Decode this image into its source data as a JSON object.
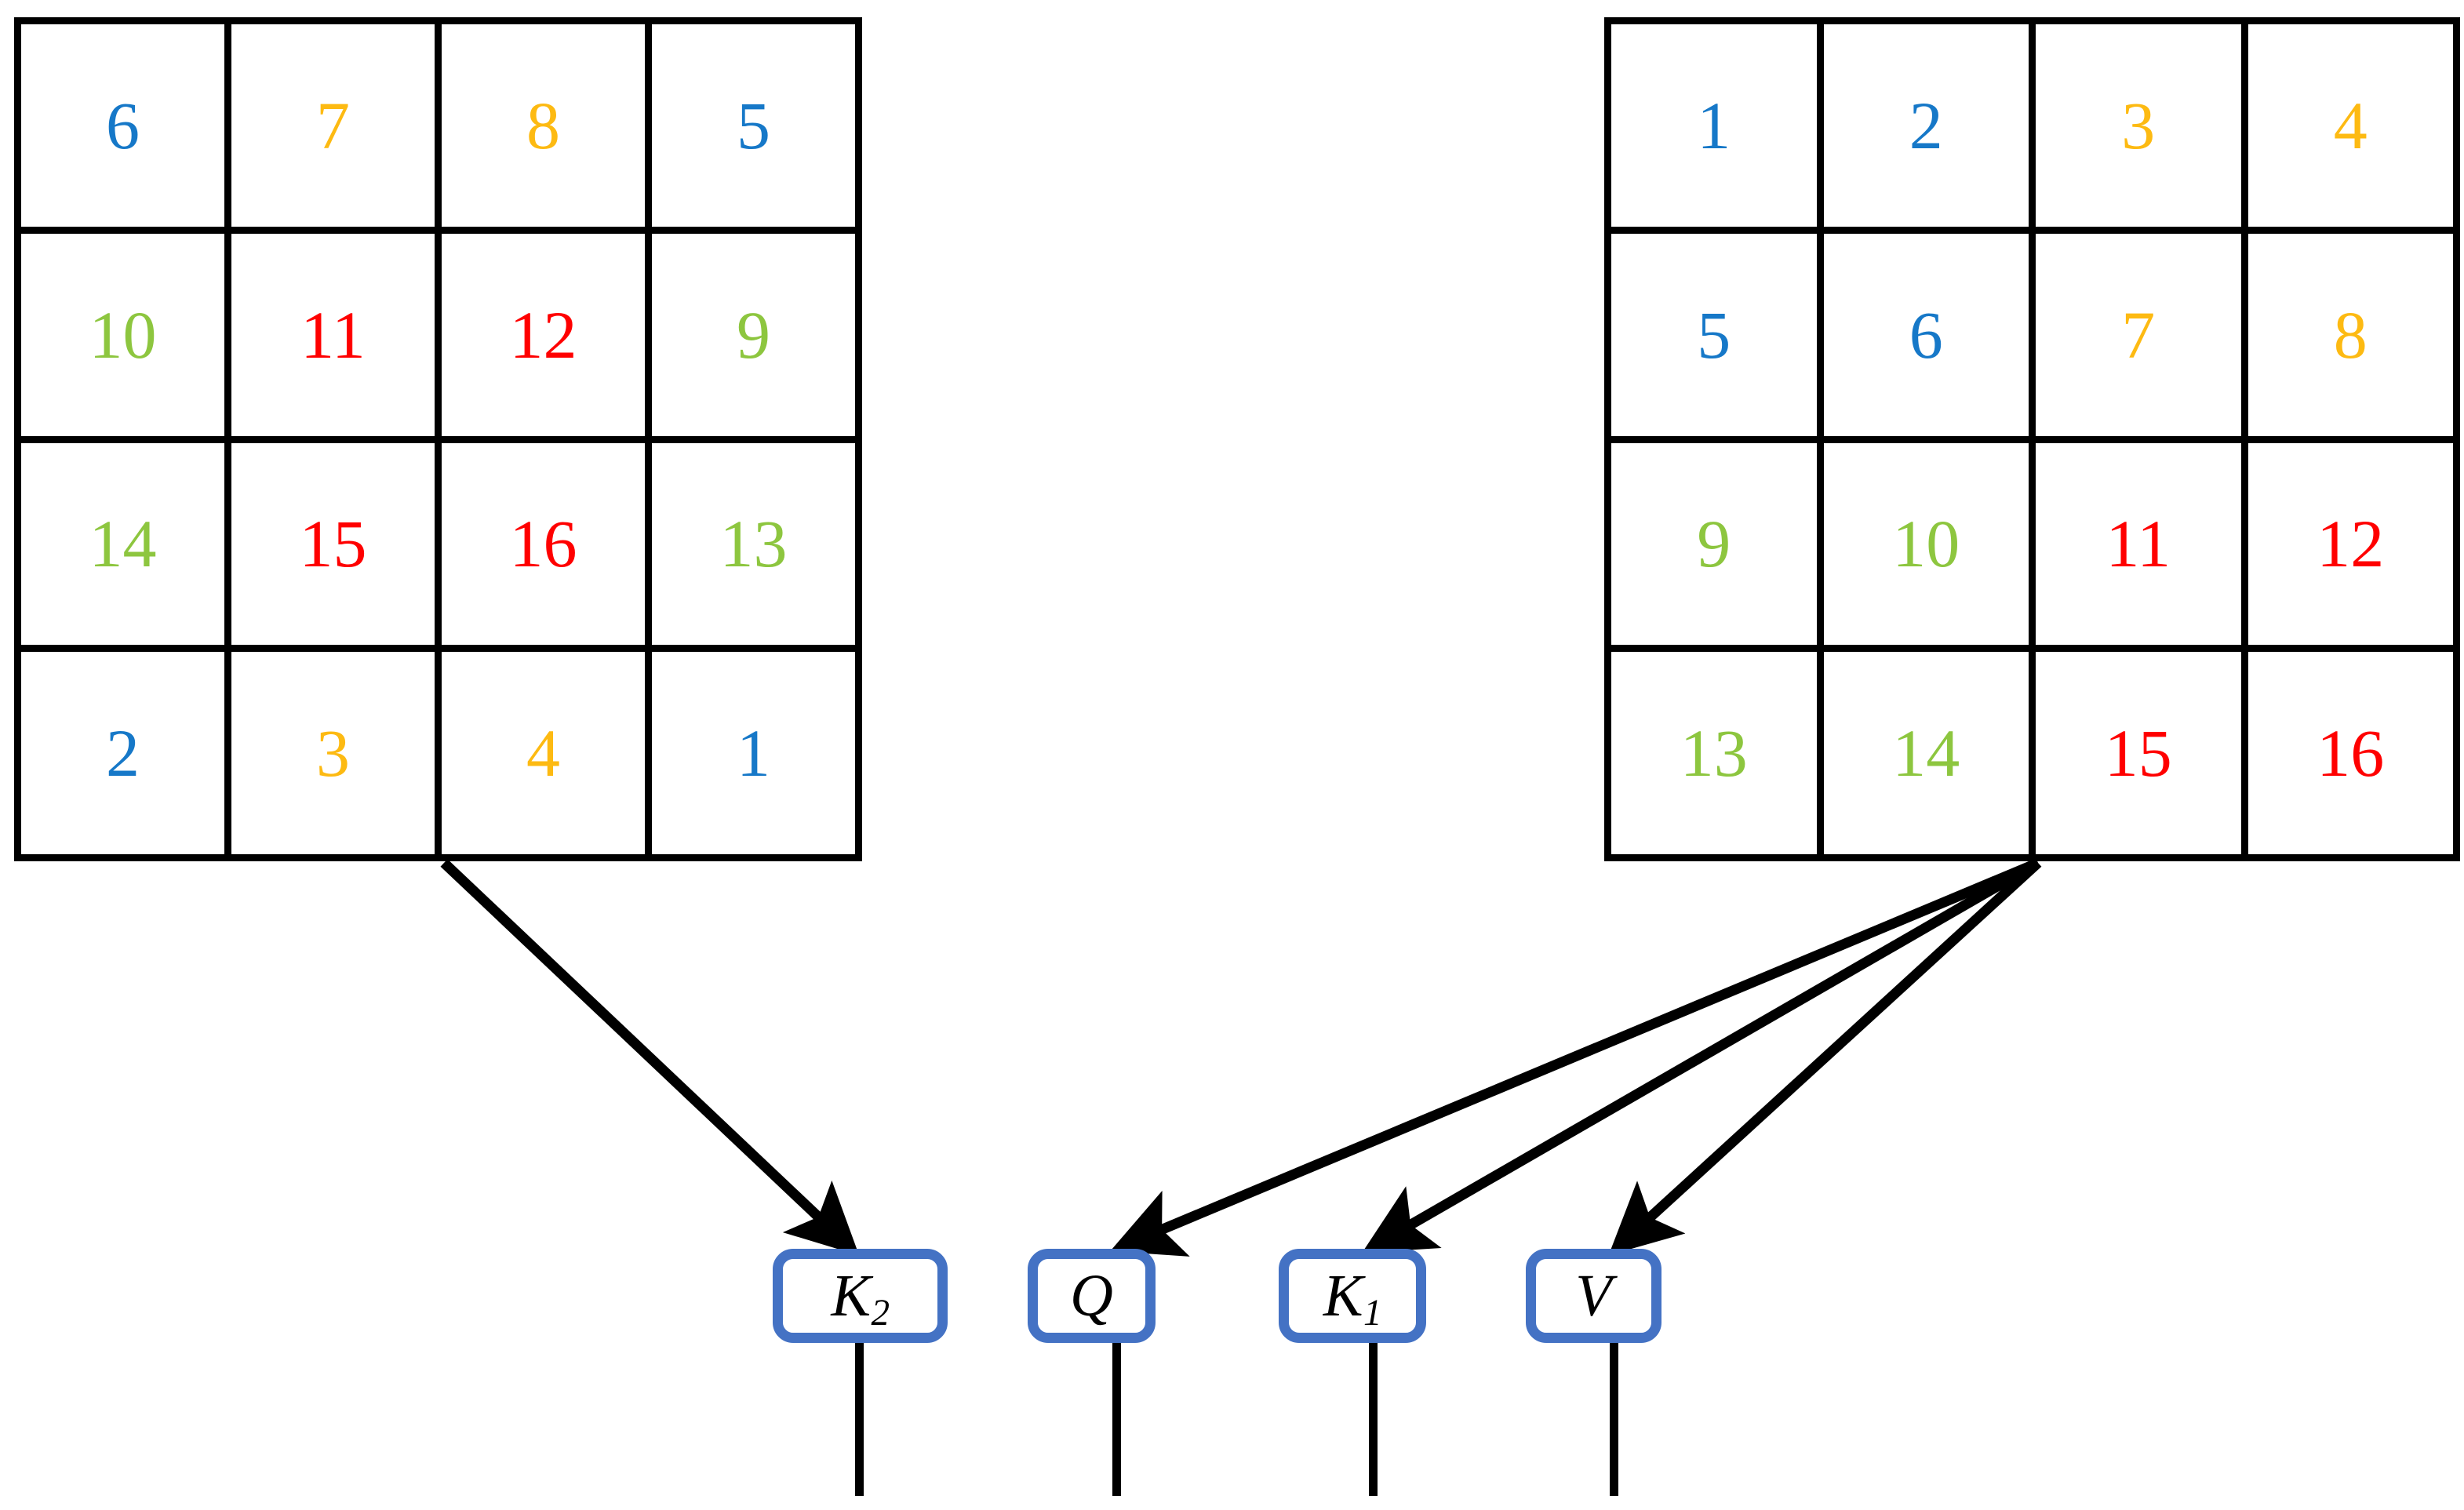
{
  "diagram": {
    "title": "Attention Q/K/V index routing grids",
    "colors": {
      "blue": "#1678C8",
      "yellow": "#FDBA12",
      "green": "#8DC63F",
      "red": "#FF0000",
      "box_border_blue": "#4472C4",
      "line_black": "#000000"
    }
  },
  "grids": [
    {
      "name": "left-grid",
      "rows": [
        [
          {
            "value": "6",
            "color": "blue"
          },
          {
            "value": "7",
            "color": "yellow"
          },
          {
            "value": "8",
            "color": "yellow"
          },
          {
            "value": "5",
            "color": "blue"
          }
        ],
        [
          {
            "value": "10",
            "color": "green"
          },
          {
            "value": "11",
            "color": "red"
          },
          {
            "value": "12",
            "color": "red"
          },
          {
            "value": "9",
            "color": "green"
          }
        ],
        [
          {
            "value": "14",
            "color": "green"
          },
          {
            "value": "15",
            "color": "red"
          },
          {
            "value": "16",
            "color": "red"
          },
          {
            "value": "13",
            "color": "green"
          }
        ],
        [
          {
            "value": "2",
            "color": "blue"
          },
          {
            "value": "3",
            "color": "yellow"
          },
          {
            "value": "4",
            "color": "yellow"
          },
          {
            "value": "1",
            "color": "blue"
          }
        ]
      ]
    },
    {
      "name": "right-grid",
      "rows": [
        [
          {
            "value": "1",
            "color": "blue"
          },
          {
            "value": "2",
            "color": "blue"
          },
          {
            "value": "3",
            "color": "yellow"
          },
          {
            "value": "4",
            "color": "yellow"
          }
        ],
        [
          {
            "value": "5",
            "color": "blue"
          },
          {
            "value": "6",
            "color": "blue"
          },
          {
            "value": "7",
            "color": "yellow"
          },
          {
            "value": "8",
            "color": "yellow"
          }
        ],
        [
          {
            "value": "9",
            "color": "green"
          },
          {
            "value": "10",
            "color": "green"
          },
          {
            "value": "11",
            "color": "red"
          },
          {
            "value": "12",
            "color": "red"
          }
        ],
        [
          {
            "value": "13",
            "color": "green"
          },
          {
            "value": "14",
            "color": "green"
          },
          {
            "value": "15",
            "color": "red"
          },
          {
            "value": "16",
            "color": "red"
          }
        ]
      ]
    }
  ],
  "nodes": [
    {
      "name": "k2-node",
      "base": "K",
      "subscript": "2",
      "source": "left-grid"
    },
    {
      "name": "q-node",
      "base": "Q",
      "subscript": "",
      "source": "right-grid"
    },
    {
      "name": "k1-node",
      "base": "K",
      "subscript": "1",
      "source": "right-grid"
    },
    {
      "name": "v-node",
      "base": "V",
      "subscript": "",
      "source": "right-grid"
    }
  ]
}
